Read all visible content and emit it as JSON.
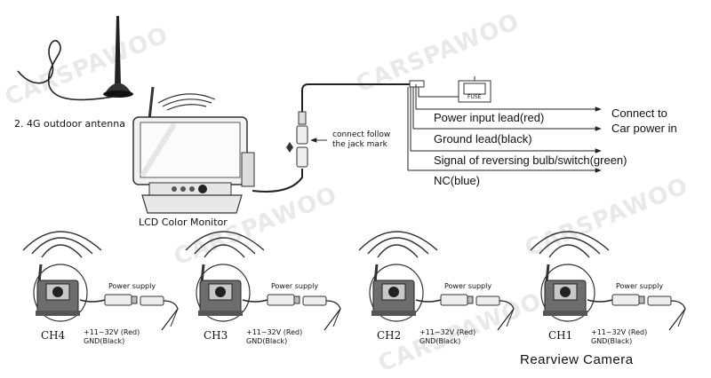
{
  "watermark": "CARSPAWOO",
  "antenna_label": "2. 4G outdoor antenna",
  "monitor_label": "LCD Color Monitor",
  "connector_note": [
    "connect follow",
    "the jack mark"
  ],
  "fuse_text": "FUSE",
  "leads": [
    {
      "label": "Power input lead(red)"
    },
    {
      "label": "Ground lead(black)"
    },
    {
      "label": "Signal of reversing bulb/switch(green)"
    },
    {
      "label": "NC(blue)"
    }
  ],
  "connect_note": [
    "Connect to",
    "Car power in"
  ],
  "cameras": [
    {
      "channel": "CH4",
      "power": "Power supply",
      "volt": "+11~32V (Red)",
      "gnd": "GND(Black)"
    },
    {
      "channel": "CH3",
      "power": "Power supply",
      "volt": "+11~32V (Red)",
      "gnd": "GND(Black)"
    },
    {
      "channel": "CH2",
      "power": "Power supply",
      "volt": "+11~32V (Red)",
      "gnd": "GND(Black)"
    },
    {
      "channel": "CH1",
      "power": "Power supply",
      "volt": "+11~32V (Red)",
      "gnd": "GND(Black)"
    }
  ],
  "camera_title": "Rearview Camera"
}
